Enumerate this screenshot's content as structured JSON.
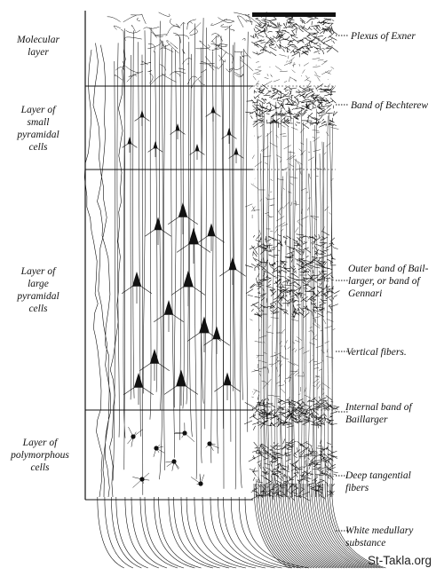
{
  "left_labels": [
    {
      "id": "molecular",
      "text": "Molecular\nlayer"
    },
    {
      "id": "small-pyramidal",
      "text": "Layer of\nsmall\npyramidal\ncells"
    },
    {
      "id": "large-pyramidal",
      "text": "Layer of\nlarge\npyramidal\ncells"
    },
    {
      "id": "polymorphous",
      "text": "Layer of\npolymorphous\ncells"
    }
  ],
  "right_labels": [
    {
      "id": "plexus-exner",
      "text": "Plexus of Exner"
    },
    {
      "id": "band-bechterew",
      "text": "Band of Bechterew"
    },
    {
      "id": "outer-band-baillarger",
      "text": "Outer band of Bail-\nlarger, or band of\nGennari"
    },
    {
      "id": "vertical-fibers",
      "text": "Vertical fibers."
    },
    {
      "id": "internal-band-baillarger",
      "text": "Internal band of\nBaillarger"
    },
    {
      "id": "deep-tangential",
      "text": "Deep tangential\nfibers"
    },
    {
      "id": "white-medullary",
      "text": "White medullary\nsubstance"
    }
  ],
  "watermark": "St-Takla.org",
  "colors": {
    "ink": "#111111",
    "paper": "#ffffff"
  }
}
